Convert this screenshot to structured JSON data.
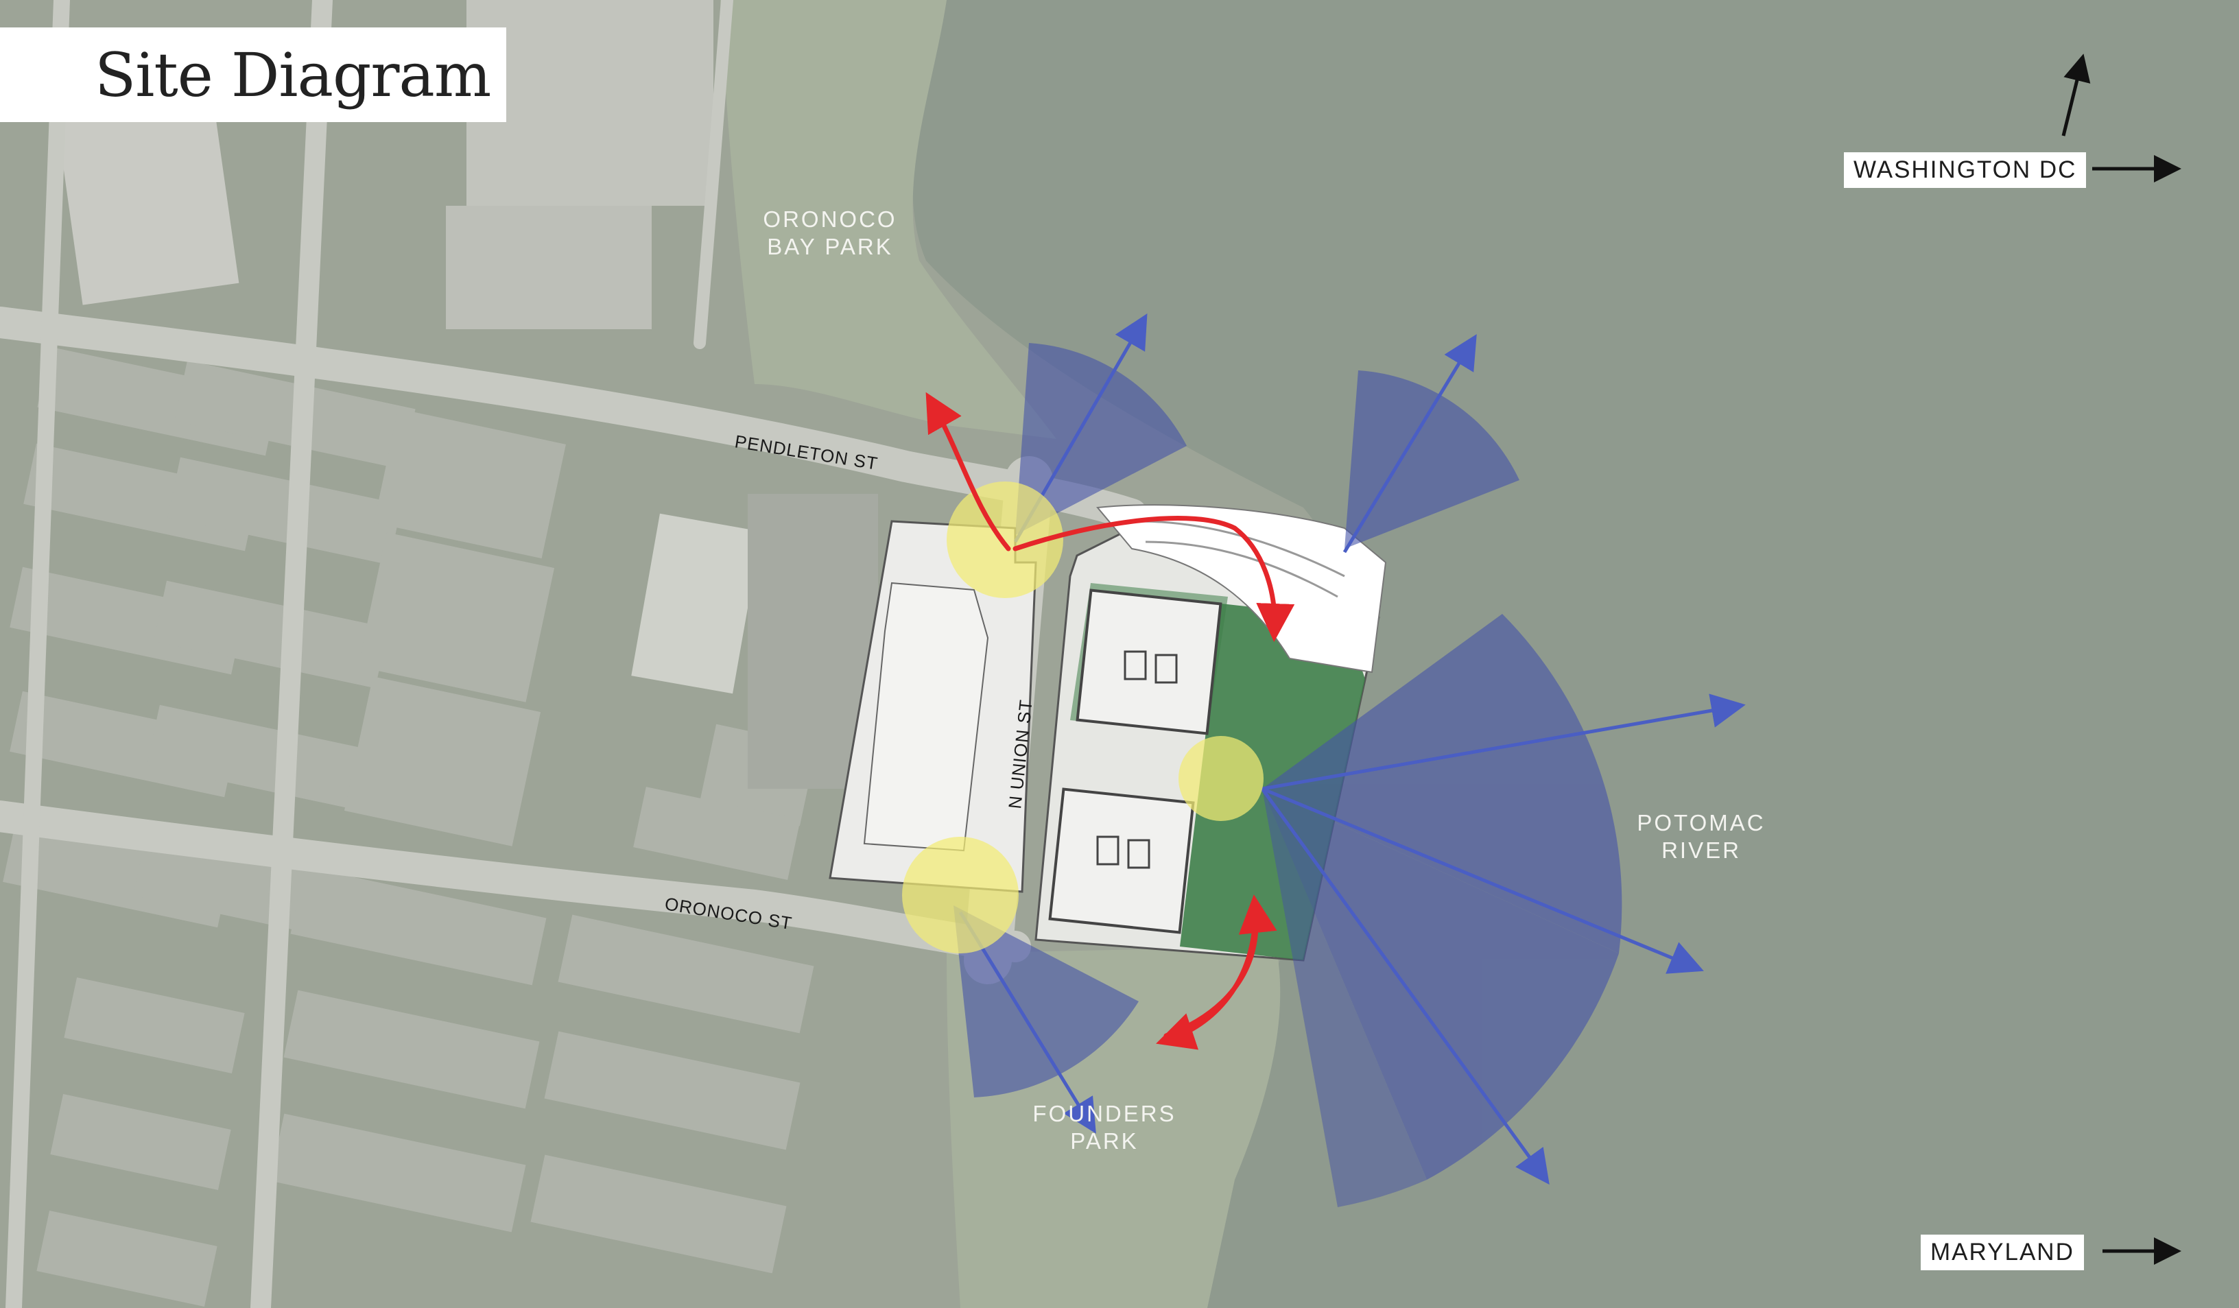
{
  "title": "Site Diagram",
  "directions": {
    "north": "WASHINGTON DC",
    "south": "MARYLAND"
  },
  "labels": {
    "oronoco_bay_park": [
      "ORONOCO",
      "BAY PARK"
    ],
    "potomac_river": [
      "POTOMAC",
      "RIVER"
    ],
    "founders_park": [
      "FOUNDERS",
      "PARK"
    ]
  },
  "streets": {
    "pendleton": "PENDLETON ST",
    "oronoco": "ORONOCO ST",
    "union": "N UNION ST"
  },
  "colors": {
    "river": "#8f9a8e",
    "land": "#9fa59a",
    "park": "#aab5a1",
    "view_cone": "#4553a8",
    "view_arrow": "#4a5ec4",
    "node": "#f3ec74",
    "circulation": "#e5262a",
    "courtyard": "#3f7f4a"
  },
  "legend_icons": [
    "north-arrow-icon",
    "right-arrow-icon"
  ]
}
